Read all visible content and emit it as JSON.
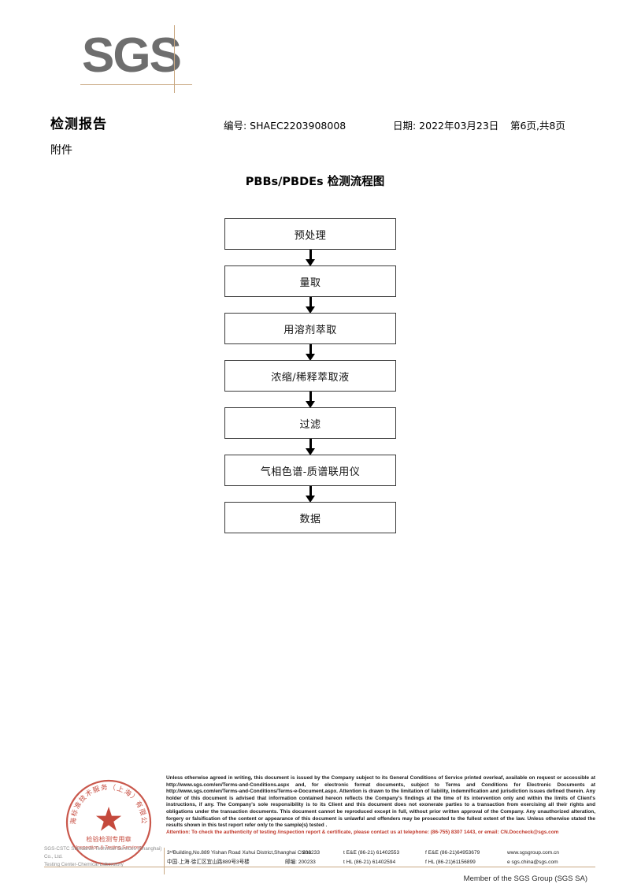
{
  "header": {
    "logo_text": "SGS",
    "report_title": "检测报告",
    "attachment_label": "附件",
    "report_no": "编号: SHAEC2203908008",
    "date": "日期: 2022年03月23日",
    "page": "第6页,共8页"
  },
  "flowchart": {
    "title": "PBBs/PBDEs 检测流程图",
    "steps": [
      {
        "label": "预处理"
      },
      {
        "label": "量取"
      },
      {
        "label": "用溶剂萃取"
      },
      {
        "label": "浓缩/稀释萃取液"
      },
      {
        "label": "过滤"
      },
      {
        "label": "气相色谱-质谱联用仪"
      },
      {
        "label": "数据"
      }
    ]
  },
  "footer": {
    "seal": {
      "outer_text_cn": "上海标准技术服务（上海）有限公司",
      "center_text_cn": "检验检测专用章",
      "center_text_en": "Inspection & Testing Services",
      "color": "#c0392b"
    },
    "seal_caption_line1": "SGS-CSTC Standards Technical Services (Shanghai) Co., Ltd.",
    "seal_caption_line2": "Testing Center-Chemical Laboratory",
    "legal_text": "Unless otherwise agreed in writing, this document is issued by the Company subject to its General Conditions of Service printed overleaf, available on request or accessible at http://www.sgs.com/en/Terms-and-Conditions.aspx and, for electronic format documents, subject to Terms and Conditions for Electronic Documents at http://www.sgs.com/en/Terms-and-Conditions/Terms-e-Document.aspx. Attention is drawn to the limitation of liability, indemnification and jurisdiction issues defined therein. Any holder of this document is advised that information contained hereon reflects the Company's findings at the time of its intervention only and within the limits of Client's instructions, if any. The Company's sole responsibility is to its Client and this document does not exonerate parties to a transaction from exercising all their rights and obligations under the transaction documents. This document cannot be reproduced except in full, without prior written approval of the Company. Any unauthorized alteration, forgery or falsification of the content or appearance of this document is unlawful and offenders may be prosecuted to the fullest extent of the law. Unless otherwise stated the results shown in this test report refer only to the sample(s) tested .",
    "attention_text": "Attention: To check the authenticity of testing /inspection report & certificate, please contact us at telephone: (86-755) 8307 1443, or email: CN.Doccheck@sgs.com",
    "attention_color": "#c0392b",
    "address": {
      "en_street": "3ʳᵈBuilding,No.889 Yishan Road Xuhui District,Shanghai China",
      "en_zip": "200233",
      "en_tel": "t E&E (86-21) 61402553",
      "en_fax": "f E&E (86-21)64953679",
      "en_web": "www.sgsgroup.com.cn",
      "cn_street": "中国·上海·徐汇区宜山路889号3号楼",
      "cn_zip_label": "邮编: 200233",
      "cn_tel": "t HL (86-21) 61402594",
      "cn_fax": "f HL (86-21)61156899",
      "cn_email": "e sgs.china@sgs.com"
    },
    "member_line": "Member of the SGS Group (SGS SA)"
  },
  "colors": {
    "brand_gray": "#6e6e6e",
    "rule_tan": "#c9a882",
    "seal_red": "#c0392b"
  }
}
